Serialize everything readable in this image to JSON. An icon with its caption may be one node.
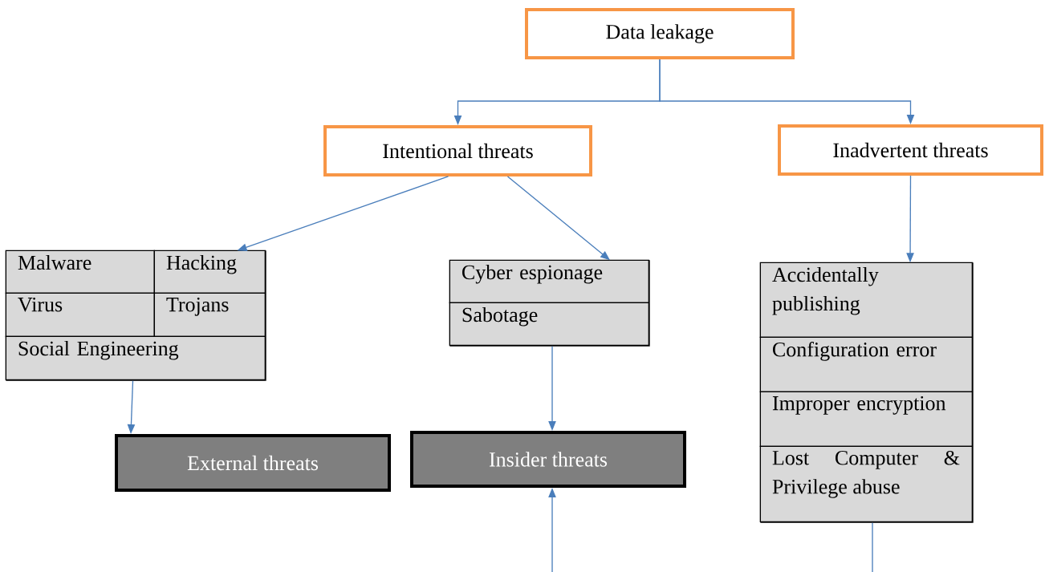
{
  "diagram": {
    "nodes": [
      {
        "text": [
          "Data leakage"
        ]
      },
      {
        "text": [
          "Intentional threats"
        ]
      },
      {
        "text": [
          "Inadvertent threats"
        ]
      },
      {
        "text": [],
        "shape": "box"
      },
      {
        "text": [
          "Malware"
        ],
        "in": 3
      },
      {
        "text": [
          "Hacking"
        ],
        "in": 3
      },
      {
        "text": [
          "Virus"
        ],
        "in": 3
      },
      {
        "text": [
          "Trojans"
        ],
        "in": 3
      },
      {
        "text": [
          "Social Engineering"
        ],
        "in": 3
      },
      {
        "text": [],
        "shape": "box"
      },
      {
        "text": [
          "Cyber espionage"
        ],
        "in": 9
      },
      {
        "text": [
          "Sabotage"
        ],
        "in": 9
      },
      {
        "text": [],
        "shape": "box"
      },
      {
        "text": [
          "Accidentally publishing"
        ],
        "in": 12
      },
      {
        "text": [
          "Configuration error"
        ],
        "in": 12
      },
      {
        "text": [
          "Improper encryption"
        ],
        "in": 12
      },
      {
        "text": [
          "Lost Computer & Privilege abuse"
        ],
        "in": 12
      },
      {
        "text": [
          "External threats"
        ]
      },
      {
        "text": [
          "Insider threats"
        ]
      }
    ],
    "edges": [
      {
        "from": 0,
        "to": 1,
        "arrow": "to"
      },
      {
        "from": 0,
        "to": 2,
        "arrow": "to"
      },
      {
        "from": 1,
        "to": 3,
        "arrow": "to"
      },
      {
        "from": 1,
        "to": 9,
        "arrow": "to"
      },
      {
        "from": 2,
        "to": 12,
        "arrow": "to"
      },
      {
        "from": 3,
        "to": 17,
        "arrow": "to"
      },
      {
        "from": 9,
        "to": 18,
        "arrow": "to"
      },
      {
        "from": null,
        "to": 18,
        "arrow": "to"
      },
      {
        "from": 12,
        "to": null,
        "arrow": "none"
      }
    ]
  }
}
